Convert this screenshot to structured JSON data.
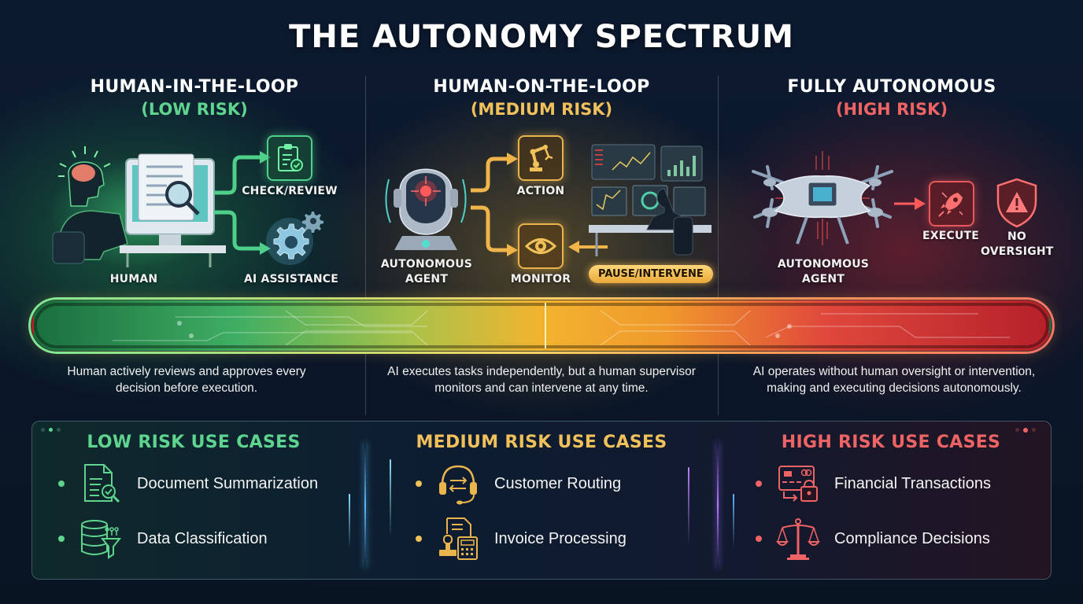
{
  "title": "THE AUTONOMY SPECTRUM",
  "colors": {
    "low": "#5fd48f",
    "medium": "#f0c05a",
    "high": "#ee6464"
  },
  "columns": [
    {
      "heading": "HUMAN-IN-THE-LOOP",
      "risk": "(LOW RISK)",
      "illustration": {
        "main_label": "HUMAN",
        "main_icon": "human-at-computer-icon",
        "outputs": [
          {
            "label": "CHECK/REVIEW",
            "icon": "clipboard-check-icon"
          },
          {
            "label": "AI ASSISTANCE",
            "icon": "gear-icon"
          }
        ]
      },
      "description": "Human actively reviews and approves every decision before execution."
    },
    {
      "heading": "HUMAN-ON-THE-LOOP",
      "risk": "(MEDIUM RISK)",
      "illustration": {
        "main_label": "AUTONOMOUS AGENT",
        "main_icon": "robot-head-icon",
        "outputs": [
          {
            "label": "ACTION",
            "icon": "robot-arm-icon"
          },
          {
            "label": "MONITOR",
            "icon": "eye-icon"
          }
        ],
        "supervisor_icon": "operator-at-monitors-icon",
        "supervisor_label": "PAUSE/INTERVENE"
      },
      "description": "AI executes tasks independently, but a human supervisor monitors and can intervene at any time."
    },
    {
      "heading": "FULLY AUTONOMOUS",
      "risk": "(HIGH RISK)",
      "illustration": {
        "main_label": "AUTONOMOUS AGENT",
        "main_icon": "drone-icon",
        "outputs": [
          {
            "label": "EXECUTE",
            "icon": "rocket-icon"
          },
          {
            "label": "NO OVERSIGHT",
            "icon": "warning-shield-icon"
          }
        ]
      },
      "description": "AI operates without human oversight or intervention, making and executing decisions autonomously."
    }
  ],
  "use_cases": [
    {
      "title": "LOW RISK USE CASES",
      "items": [
        {
          "label": "Document Summarization",
          "icon": "document-search-icon"
        },
        {
          "label": "Data Classification",
          "icon": "database-filter-icon"
        }
      ]
    },
    {
      "title": "MEDIUM RISK USE CASES",
      "items": [
        {
          "label": "Customer Routing",
          "icon": "headset-routing-icon"
        },
        {
          "label": "Invoice Processing",
          "icon": "invoice-calculator-icon"
        }
      ]
    },
    {
      "title": "HIGH RISK USE CASES",
      "items": [
        {
          "label": "Financial Transactions",
          "icon": "credit-card-lock-icon"
        },
        {
          "label": "Compliance Decisions",
          "icon": "scales-icon"
        }
      ]
    }
  ]
}
